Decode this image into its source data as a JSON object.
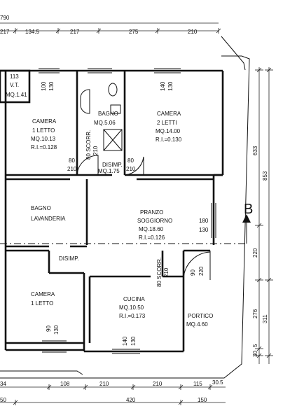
{
  "dims_top": [
    "790",
    "217",
    "134.5",
    "217",
    "275",
    "210"
  ],
  "dims_bottom_1": [
    "34",
    "108",
    "210",
    "210",
    "115",
    "30.5"
  ],
  "dims_bottom_2": [
    "50",
    "420",
    "150"
  ],
  "dims_right_1": [
    "633",
    "220",
    "276",
    "30"
  ],
  "dims_right_2": [
    "853",
    "311",
    "5"
  ],
  "section_marker": "B",
  "rooms": {
    "vt": {
      "code": "113",
      "name": "V.T.",
      "area": "MQ.1.41"
    },
    "camera1": {
      "name": "CAMERA",
      "beds": "1 LETTO",
      "area": "MQ.10.13",
      "ri": "R.I.=0.128"
    },
    "bagno": {
      "name": "BAGNO",
      "area": "MQ.5.06"
    },
    "camera2": {
      "name": "CAMERA",
      "beds": "2 LETTI",
      "area": "MQ.14.00",
      "ri": "R.I.=0.130"
    },
    "disimp1": {
      "name": "DISIMP.",
      "area": "MQ.1.75"
    },
    "bagno_lav": {
      "name": "BAGNO",
      "sub": "LAVANDERIA"
    },
    "pranzo": {
      "name": "PRANZO",
      "sub": "SOGGIORNO",
      "area": "MQ.18.60",
      "ri": "R.I.=0.126"
    },
    "disimp2": {
      "name": "DISIMP."
    },
    "camera3": {
      "name": "CAMERA",
      "beds": "1 LETTO"
    },
    "cucina": {
      "name": "CUCINA",
      "area": "MQ.10.50",
      "ri": "R.I.=0.173"
    },
    "portico": {
      "name": "PORTICO",
      "area": "MQ.4.60"
    }
  },
  "openings": {
    "w_cam1_a": "100",
    "w_cam1_b": "130",
    "w_cam2_a": "140",
    "w_cam2_b": "130",
    "bagno_scorr": "80 SCORR.",
    "bagno_210": "210",
    "door_cam1_a": "80",
    "door_cam1_b": "210",
    "door_cam2_a": "80",
    "door_cam2_b": "210",
    "pranzo_a": "180",
    "pranzo_b": "130",
    "cucina_scorr": "80 SCORR.",
    "cucina_210": "210",
    "portico_door_a": "90",
    "portico_door_b": "220",
    "cam3_win_a": "90",
    "cam3_win_b": "130",
    "cucina_win_a": "140",
    "cucina_win_b": "130"
  }
}
